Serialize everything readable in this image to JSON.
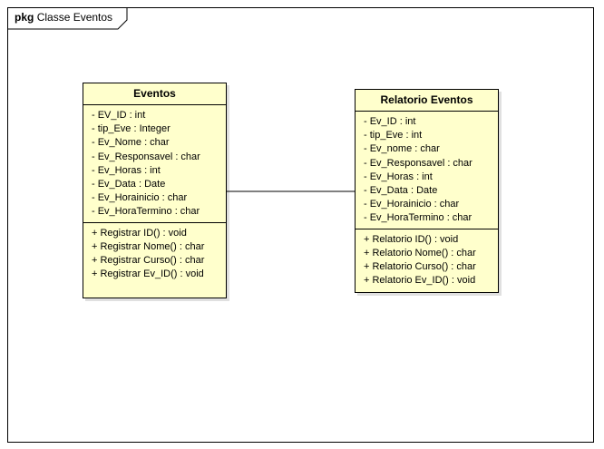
{
  "package": {
    "keyword": "pkg",
    "name": "Classe Eventos"
  },
  "classes": [
    {
      "name": "Eventos",
      "attributes": [
        "- EV_ID : int",
        "- tip_Eve : Integer",
        "- Ev_Nome : char",
        "- Ev_Responsavel : char",
        "- Ev_Horas : int",
        "- Ev_Data : Date",
        "- Ev_Horainicio : char",
        "- Ev_HoraTermino : char"
      ],
      "operations": [
        "+ Registrar ID() : void",
        "+ Registrar Nome() : char",
        "+ Registrar Curso() : char",
        "+ Registrar Ev_ID() : void"
      ]
    },
    {
      "name": "Relatorio Eventos",
      "attributes": [
        "- Ev_ID : int",
        "- tip_Eve : int",
        "- Ev_nome : char",
        "- Ev_Responsavel : char",
        "- Ev_Horas : int",
        "- Ev_Data : Date",
        "- Ev_Horainicio : char",
        "- Ev_HoraTermino : char"
      ],
      "operations": [
        "+ Relatorio ID() : void",
        "+ Relatorio Nome() : char",
        "+ Relatorio Curso() : char",
        "+ Relatorio Ev_ID() : void"
      ]
    }
  ],
  "colors": {
    "class_fill": "#ffffcc",
    "stroke": "#000000",
    "background": "#ffffff"
  }
}
